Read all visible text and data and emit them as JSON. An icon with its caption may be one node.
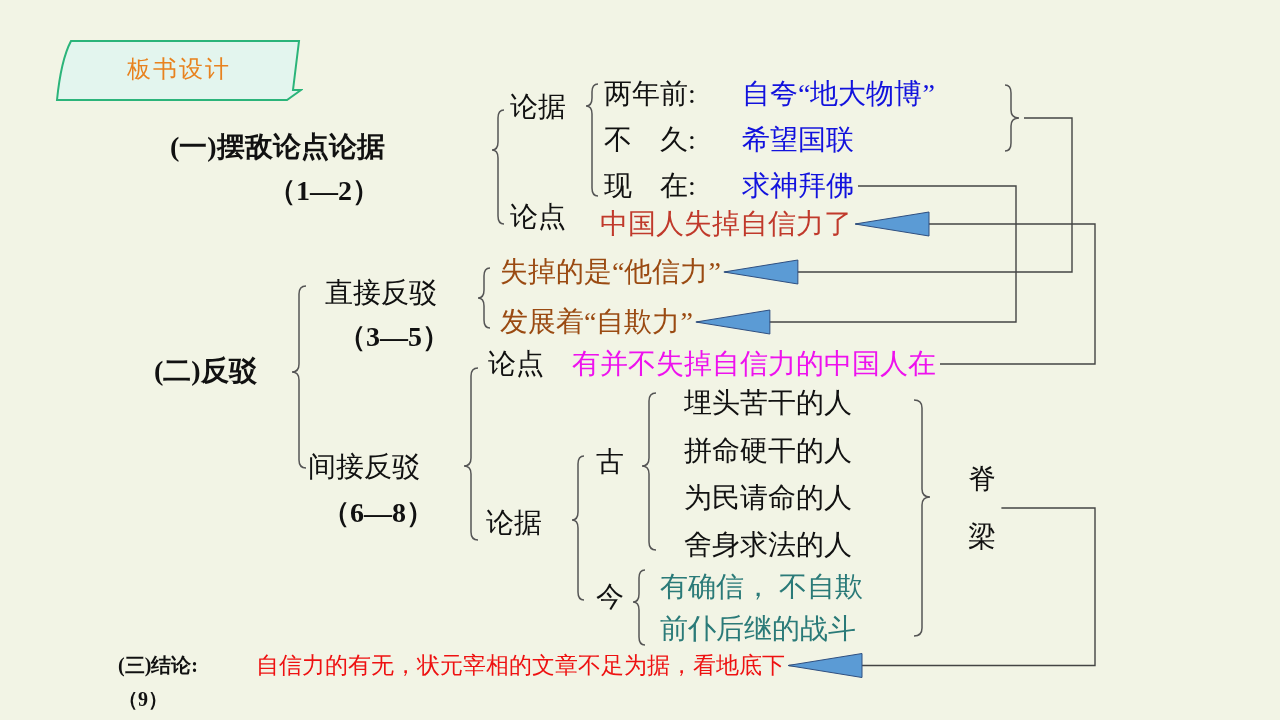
{
  "diagram": {
    "nodes": [
      {
        "text": [
          "板书设计"
        ]
      },
      {
        "text": [
          "自夸“地大物博”"
        ]
      },
      {
        "text": [
          "希望国联"
        ]
      },
      {
        "text": [],
        "shape": "brace"
      },
      {
        "text": [
          "求神拜佛"
        ]
      },
      {
        "text": [
          "中国人失掉自信力了"
        ]
      },
      {
        "text": [
          "失掉的是“他信力”"
        ]
      },
      {
        "text": [
          "发展着“自欺力”"
        ]
      },
      {
        "text": [
          "有并不失掉自信力的中国人在"
        ]
      },
      {
        "text": [
          "脊梁"
        ]
      },
      {
        "text": [
          "自信力的有无，状元宰相的文章不足为据，看地底下"
        ]
      }
    ],
    "edges": [
      {
        "from": 3,
        "to": 6,
        "arrow": "to"
      },
      {
        "from": 4,
        "to": 7,
        "arrow": "to"
      },
      {
        "from": 8,
        "to": 5,
        "arrow": "to"
      },
      {
        "from": 9,
        "to": 10,
        "arrow": "to"
      }
    ],
    "labels": [
      "(一)摆敌论点论据",
      "（1—2）",
      "论据",
      "两年前:",
      "不　久:",
      "现　在:",
      "论点",
      "直接反驳",
      "（3—5）",
      "(二)反驳",
      "论点",
      "间接反驳",
      "（6—8）",
      "论据",
      "古",
      "埋头苦干的人",
      "拼命硬干的人",
      "为民请命的人",
      "舍身求法的人",
      "今",
      "有确信， 不自欺",
      "前仆后继的战斗",
      "(三)结论:",
      "（9）"
    ]
  }
}
